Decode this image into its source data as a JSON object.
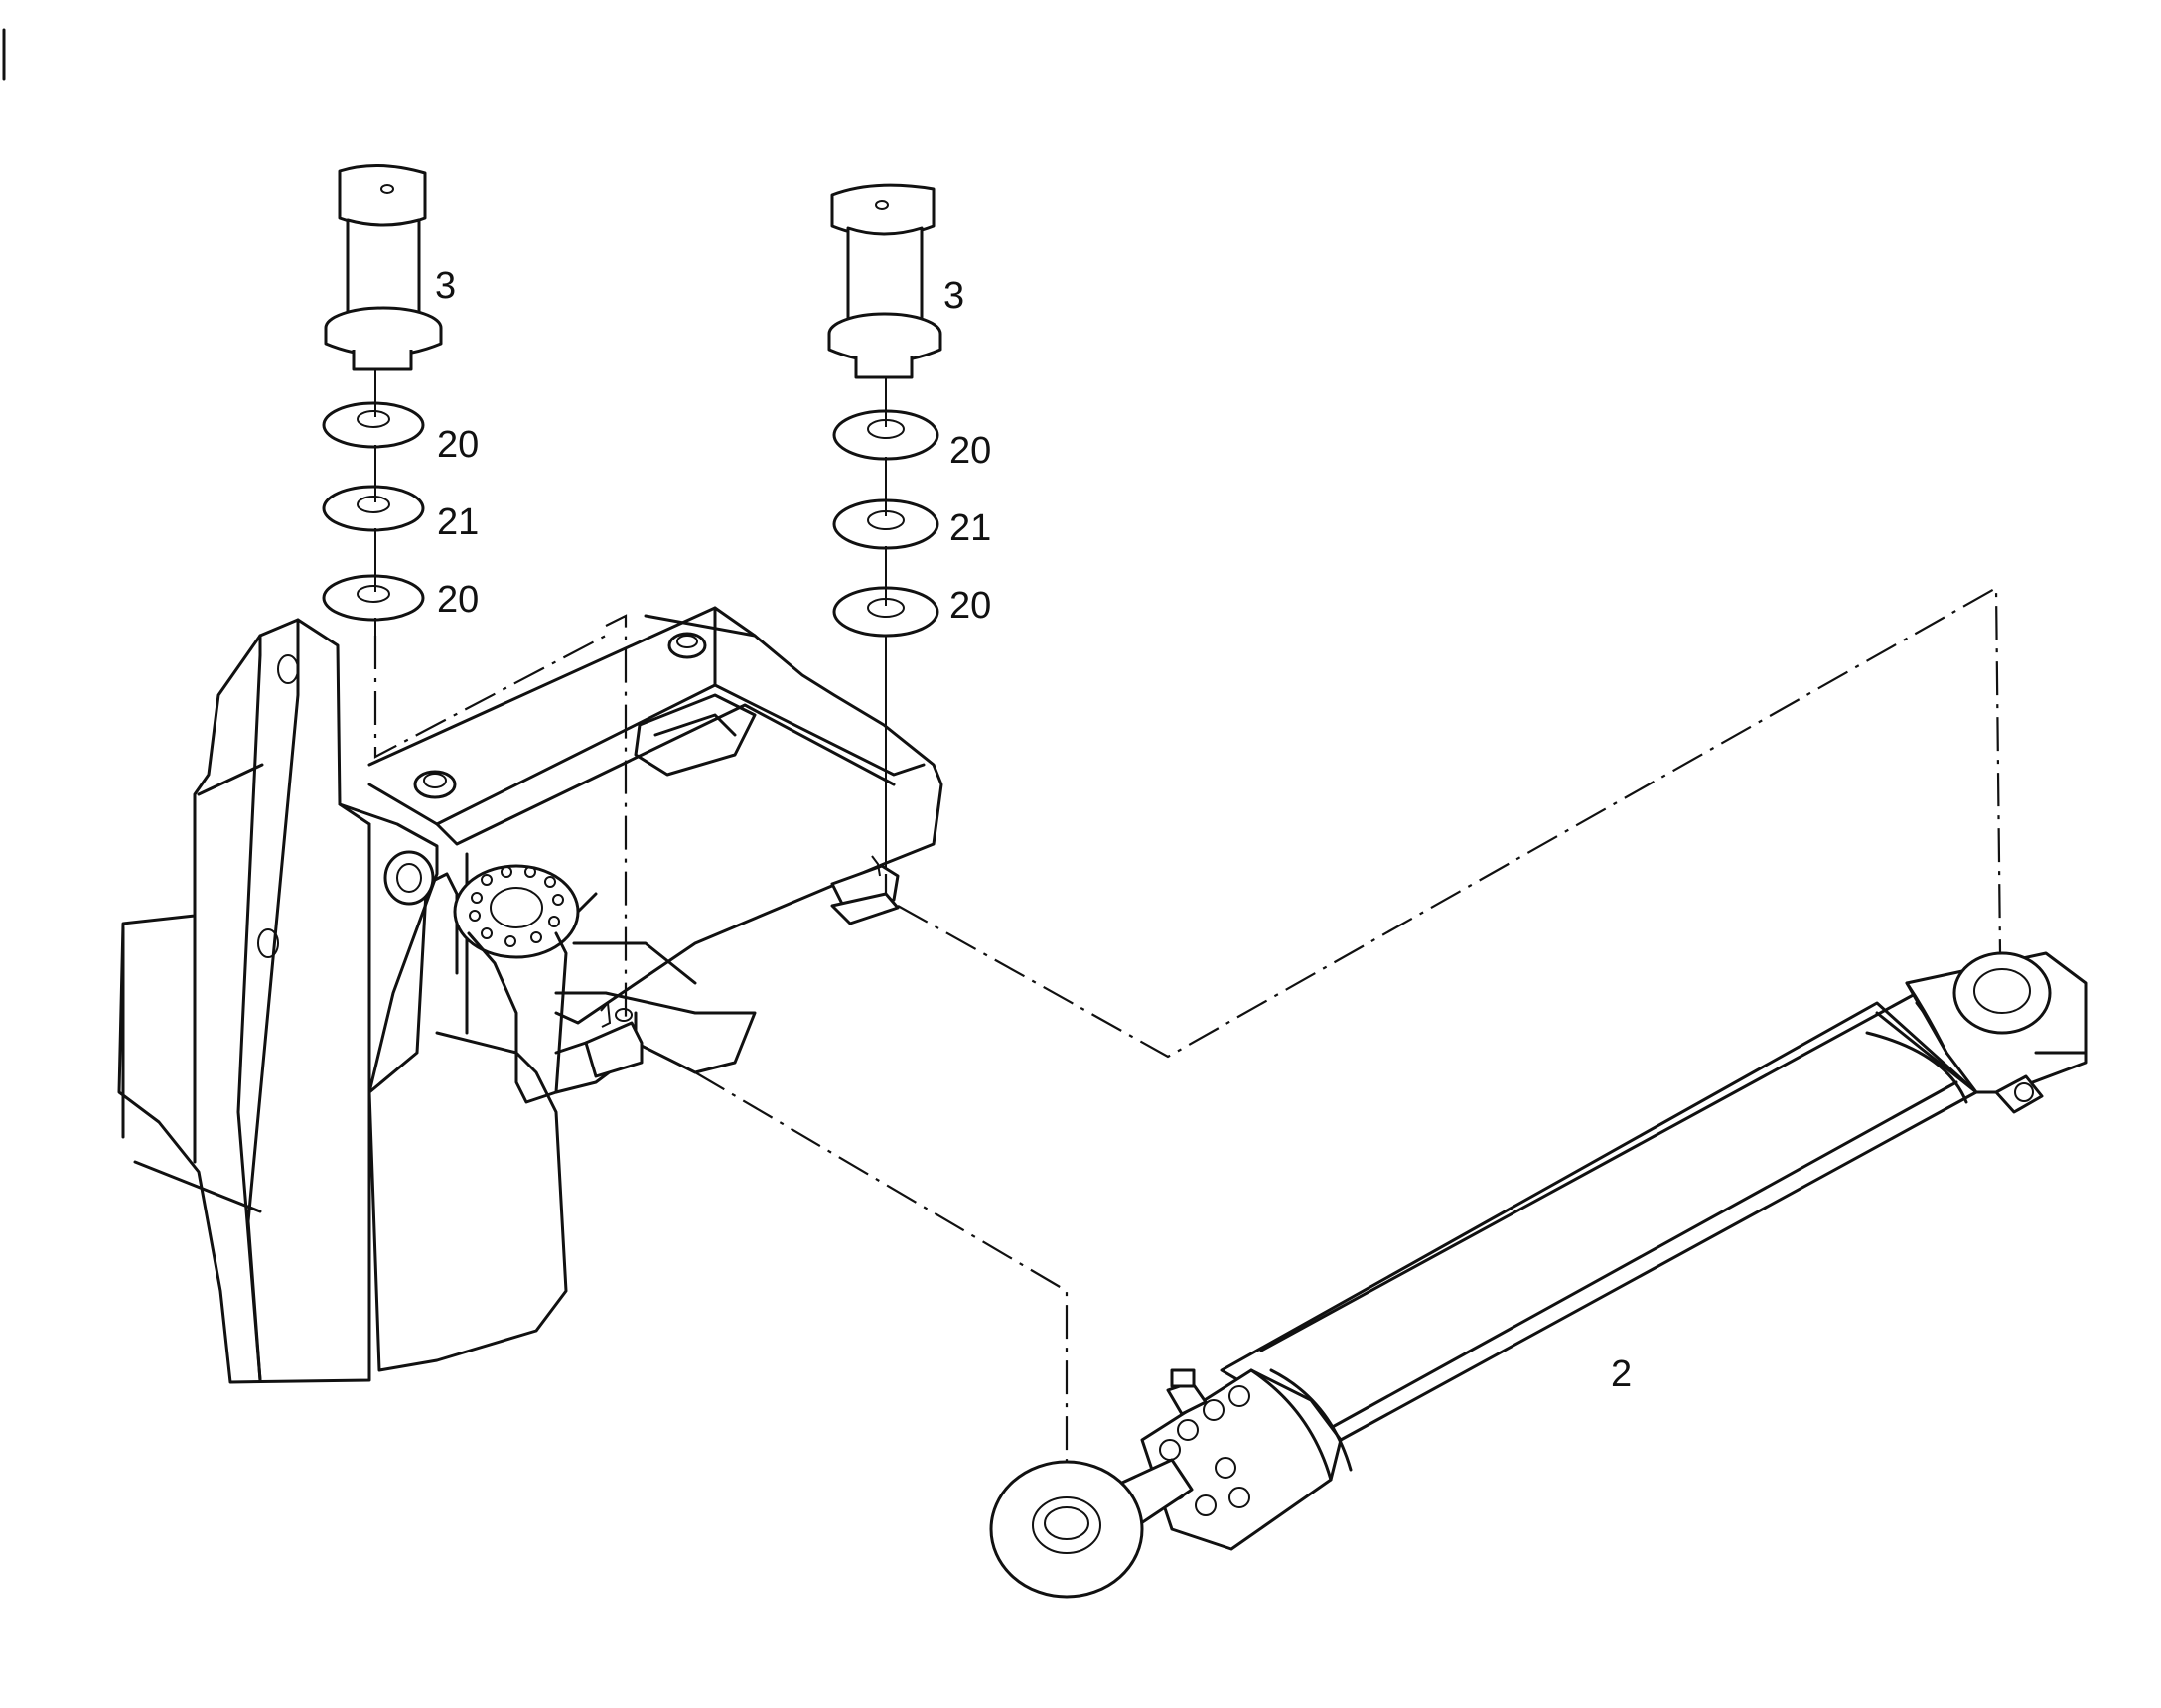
{
  "callouts": {
    "pin_left": "3",
    "pin_right": "3",
    "washer_left_top": "20",
    "washer_left_mid": "21",
    "washer_left_bottom": "20",
    "washer_right_top": "20",
    "washer_right_mid": "21",
    "washer_right_bottom": "20",
    "cylinder": "2"
  }
}
